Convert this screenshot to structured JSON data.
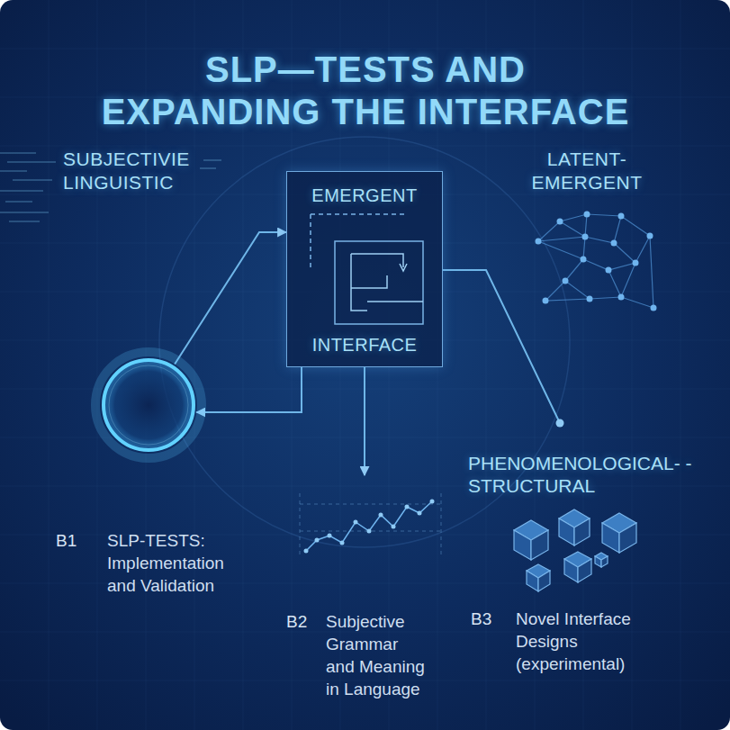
{
  "diagram": {
    "title": "SLP—TESTS AND EXPANDING THE INTERFACE",
    "nodes": [
      {
        "text": [
          "EMERGENT",
          "INTERFACE"
        ]
      },
      {
        "text": [
          "B1",
          "SLP-TESTS: Implementation and Validation"
        ]
      },
      {
        "text": [
          "B2",
          "Subjective Grammar and Meaning in Language"
        ]
      },
      {
        "text": [
          "PHENOMENOLOGICAL- -STRUCTURAL",
          "B3",
          "Novel Interface Designs (experimental)"
        ]
      }
    ],
    "edges": [
      {
        "from": 1,
        "to": 0,
        "arrow": "to"
      },
      {
        "from": 0,
        "to": 1,
        "arrow": "to"
      },
      {
        "from": 0,
        "to": 2,
        "arrow": "to"
      },
      {
        "from": 0,
        "to": 3,
        "arrow": "none"
      }
    ],
    "labels": [
      "SUBJECTIVIE LINGUISTIC",
      "LATENT- EMERGENT"
    ]
  }
}
